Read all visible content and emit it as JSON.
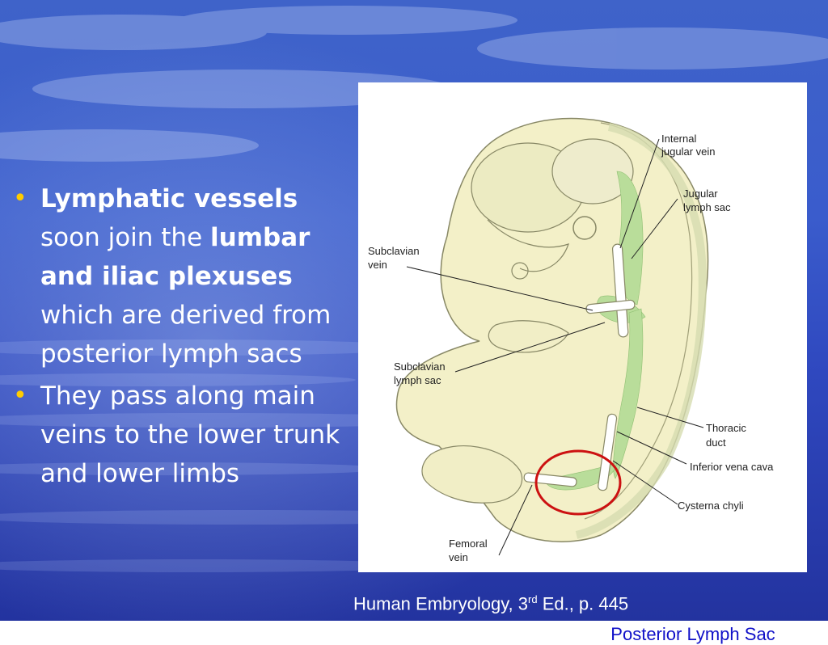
{
  "bullets": [
    {
      "parts": [
        {
          "text": "Lymphatic vessels",
          "bold": true
        },
        {
          "text": " soon join the ",
          "bold": false
        },
        {
          "text": "lumbar and iliac plexuses",
          "bold": true
        },
        {
          "text": " which are derived from posterior lymph sacs",
          "bold": false
        }
      ]
    },
    {
      "parts": [
        {
          "text": "They pass along main veins to the lower trunk and lower limbs",
          "bold": false
        }
      ]
    }
  ],
  "figure": {
    "labels": {
      "internal_jugular_vein_1": "Internal",
      "internal_jugular_vein_2": "jugular vein",
      "jugular_lymph_sac_1": "Jugular",
      "jugular_lymph_sac_2": "lymph sac",
      "subclavian_vein_1": "Subclavian",
      "subclavian_vein_2": "vein",
      "subclavian_lymph_sac_1": "Subclavian",
      "subclavian_lymph_sac_2": "lymph sac",
      "thoracic_duct_1": "Thoracic",
      "thoracic_duct_2": "duct",
      "inferior_vena_cava": "Inferior vena cava",
      "cysterna_chyli": "Cysterna chyli",
      "femoral_vein_1": "Femoral",
      "femoral_vein_2": "vein"
    },
    "caption": "Posterior Lymph Sac",
    "highlight_color": "#cc1111",
    "lymph_color": "#b9dd9a"
  },
  "citation": {
    "prefix": "Human Embryology, 3",
    "sup": "rd",
    "suffix": " Ed., p. 445"
  },
  "colors": {
    "bullet_marker": "#ffcc00",
    "caption": "#1010c8",
    "text": "#ffffff"
  }
}
